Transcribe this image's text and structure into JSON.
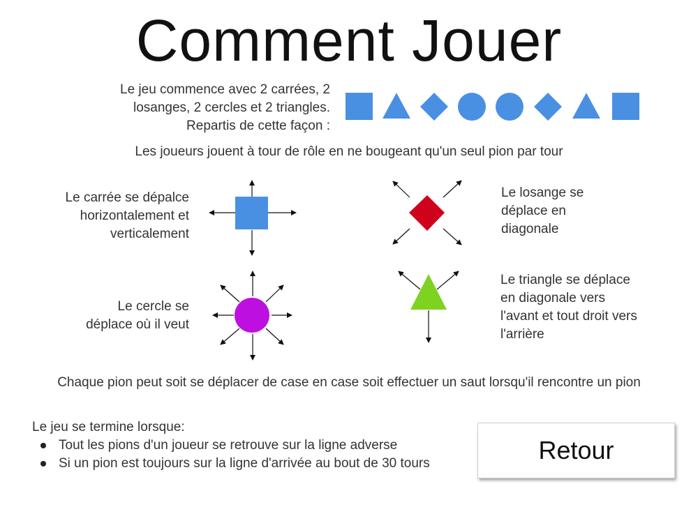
{
  "title": "Comment Jouer",
  "intro": {
    "lines": [
      "Le jeu commence avec 2 carrées, 2",
      "losanges, 2 cercles et 2 triangles.",
      "Repartis de cette façon :"
    ]
  },
  "start_row": [
    "square-icon",
    "triangle-icon",
    "diamond-icon",
    "circle-icon",
    "circle-icon",
    "diamond-icon",
    "triangle-icon",
    "square-icon"
  ],
  "turn_rule": "Les joueurs jouent à tour de rôle en ne bougeant qu'un seul pion par tour",
  "pieces": {
    "square": {
      "lines": [
        "Le carrée se dépalce",
        "horizontalement et",
        "verticalement"
      ],
      "color": "#4A90E2"
    },
    "diamond": {
      "lines": [
        "Le losange se",
        "déplace en",
        "diagonale"
      ],
      "color": "#D0021B"
    },
    "circle": {
      "lines": [
        "Le cercle se",
        "déplace où il veut"
      ],
      "color": "#BD10E0"
    },
    "triangle": {
      "lines": [
        "Le triangle se déplace",
        "en diagonale vers",
        "l'avant et tout droit vers",
        "l'arrière"
      ],
      "color": "#7ED321"
    }
  },
  "jump_rule": "Chaque pion peut soit se déplacer de case en case soit effectuer un saut lorsqu'il rencontre un pion",
  "end": {
    "heading": "Le jeu se termine lorsque:",
    "items": [
      "Tout les pions d'un joueur se retrouve sur la ligne adverse",
      "Si un pion est toujours sur la ligne d'arrivée au bout de 30 tours"
    ]
  },
  "button": {
    "label": "Retour"
  },
  "colors": {
    "blue": "#4A90E2",
    "red": "#D0021B",
    "purple": "#BD10E0",
    "green": "#7ED321"
  }
}
